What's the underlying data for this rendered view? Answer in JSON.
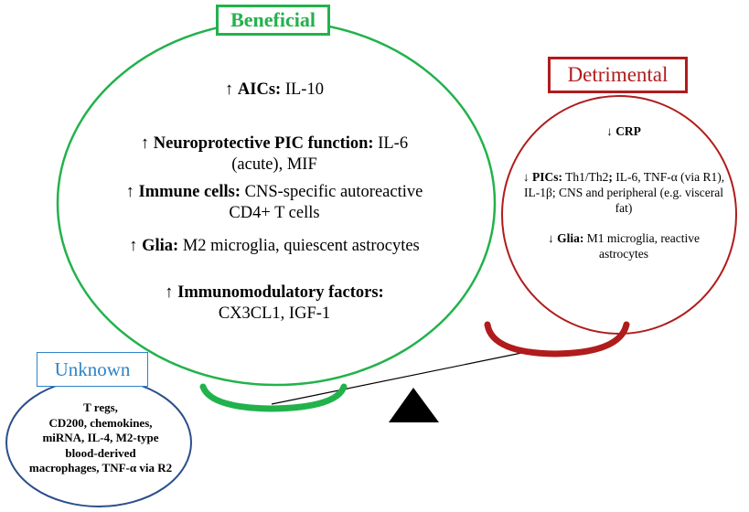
{
  "beneficial": {
    "title": "Beneficial",
    "items": [
      {
        "arrow": "↑",
        "label": "AICs:",
        "text": " IL-10"
      },
      {
        "arrow": "↑",
        "label": "Neuroprotective PIC function:",
        "text": " IL-6",
        "text2": "(acute), MIF"
      },
      {
        "arrow": "↑",
        "label": "Immune cells:",
        "text": " CNS-specific autoreactive",
        "text2": "CD4+ T cells"
      },
      {
        "arrow": "↑",
        "label": "Glia:",
        "text": " M2 microglia, quiescent astrocytes"
      },
      {
        "arrow": "↑",
        "label": "Immunomodulatory factors:",
        "text": "",
        "text2": "CX3CL1, IGF-1"
      }
    ]
  },
  "detrimental": {
    "title": "Detrimental",
    "items": [
      {
        "arrow": "↓",
        "label": "CRP",
        "text": ""
      },
      {
        "arrow": "↓",
        "label": "PICs:",
        "text": " Th1/Th2",
        "label2": ";",
        "text_b": " IL-6, TNF-α (via R1),",
        "text2": "IL-1β; CNS and peripheral (e.g. visceral",
        "text3": "fat)"
      },
      {
        "arrow": "↓",
        "label": "Glia:",
        "text": " M1 microglia, reactive",
        "text2": "astrocytes"
      }
    ]
  },
  "unknown": {
    "title": "Unknown",
    "lines": [
      "T regs,",
      "CD200, chemokines,",
      "miRNA, IL-4, M2-type",
      "blood-derived",
      "macrophages, TNF-α via R2"
    ]
  },
  "colors": {
    "beneficial": "#22b24c",
    "detrimental": "#b01c1c",
    "unknown": "#2f83c5",
    "unknown_ellipse": "#2b4e8c",
    "fulcrum": "#000000"
  }
}
